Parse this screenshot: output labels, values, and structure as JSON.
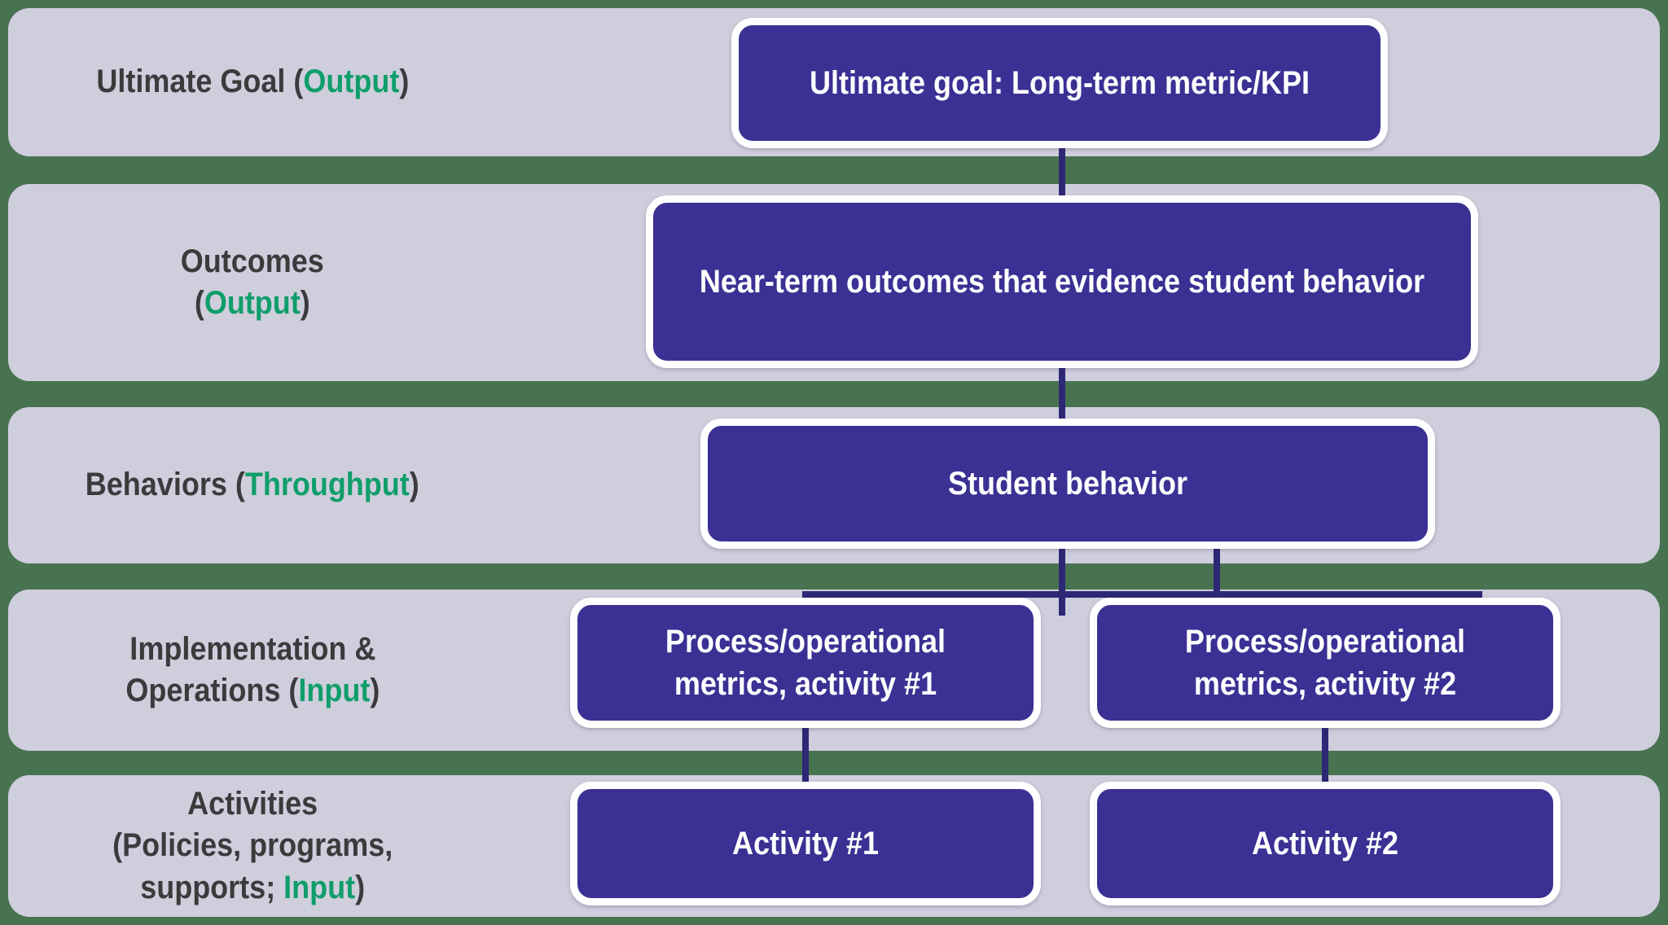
{
  "colors": {
    "background_green": "#487350",
    "row_band_lavender": "#cfcedd",
    "node_fill_indigo": "#3b3093",
    "node_border_white": "#ffffff",
    "connector_indigo": "#2d2876",
    "label_text_dark": "#3b3a3c",
    "accent_green": "#0f9e6a",
    "node_text_white": "#ffffff"
  },
  "rows": [
    {
      "id": "ultimate-goal",
      "label_lines": [
        [
          {
            "text": "Ultimate Goal ("
          },
          {
            "text": "Output",
            "accent": true
          },
          {
            "text": ")"
          }
        ]
      ]
    },
    {
      "id": "outcomes",
      "label_lines": [
        [
          {
            "text": "Outcomes"
          }
        ],
        [
          {
            "text": "("
          },
          {
            "text": "Output",
            "accent": true
          },
          {
            "text": ")"
          }
        ]
      ]
    },
    {
      "id": "behaviors",
      "label_lines": [
        [
          {
            "text": "Behaviors ("
          },
          {
            "text": "Throughput",
            "accent": true
          },
          {
            "text": ")"
          }
        ]
      ]
    },
    {
      "id": "implementation-operations",
      "label_lines": [
        [
          {
            "text": "Implementation &"
          }
        ],
        [
          {
            "text": "Operations ("
          },
          {
            "text": "Input",
            "accent": true
          },
          {
            "text": ")"
          }
        ]
      ]
    },
    {
      "id": "activities",
      "label_lines": [
        [
          {
            "text": "Activities"
          }
        ],
        [
          {
            "text": "(Policies, programs,"
          }
        ],
        [
          {
            "text": "supports; "
          },
          {
            "text": "Input",
            "accent": true
          },
          {
            "text": ")"
          }
        ]
      ]
    }
  ],
  "nodes": {
    "ultimate_goal": {
      "lines": [
        "Ultimate goal: Long-term metric/KPI"
      ]
    },
    "near_term_outcomes": {
      "lines": [
        "Near-term outcomes that evidence student behavior"
      ]
    },
    "student_behavior": {
      "lines": [
        "Student behavior"
      ]
    },
    "process_metrics_1": {
      "lines": [
        "Process/operational",
        "metrics, activity #1"
      ]
    },
    "process_metrics_2": {
      "lines": [
        "Process/operational",
        "metrics, activity #2"
      ]
    },
    "activity_1": {
      "lines": [
        "Activity #1"
      ]
    },
    "activity_2": {
      "lines": [
        "Activity #2"
      ]
    }
  },
  "edges": [
    {
      "between": [
        "ultimate_goal",
        "near_term_outcomes"
      ]
    },
    {
      "between": [
        "near_term_outcomes",
        "student_behavior"
      ]
    },
    {
      "between": [
        "student_behavior",
        "process_metrics_1"
      ]
    },
    {
      "between": [
        "student_behavior",
        "process_metrics_2"
      ]
    },
    {
      "between": [
        "process_metrics_1",
        "activity_1"
      ]
    },
    {
      "between": [
        "process_metrics_2",
        "activity_2"
      ]
    }
  ]
}
